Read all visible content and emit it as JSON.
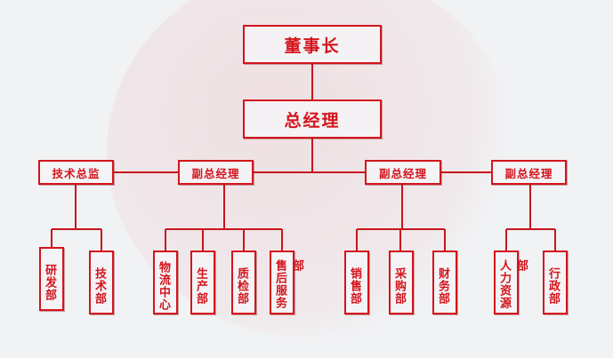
{
  "chairman": "董事长",
  "general_manager": "总经理",
  "level2": {
    "tech_director": "技术总监",
    "vgm1": "副总经理",
    "vgm2": "副总经理",
    "vgm3": "副总经理"
  },
  "departments": {
    "rd": "研发部",
    "tech": "技术部",
    "logistics": "物流中心",
    "production": "生产部",
    "qc": "质检部",
    "after_sales": "售后服务部",
    "sales": "销售部",
    "purchasing": "采购部",
    "finance": "财务部",
    "hr": "人力资源部",
    "admin": "行政部"
  },
  "colors": {
    "accent": "#d4141c",
    "background": "#f1f2f4"
  }
}
